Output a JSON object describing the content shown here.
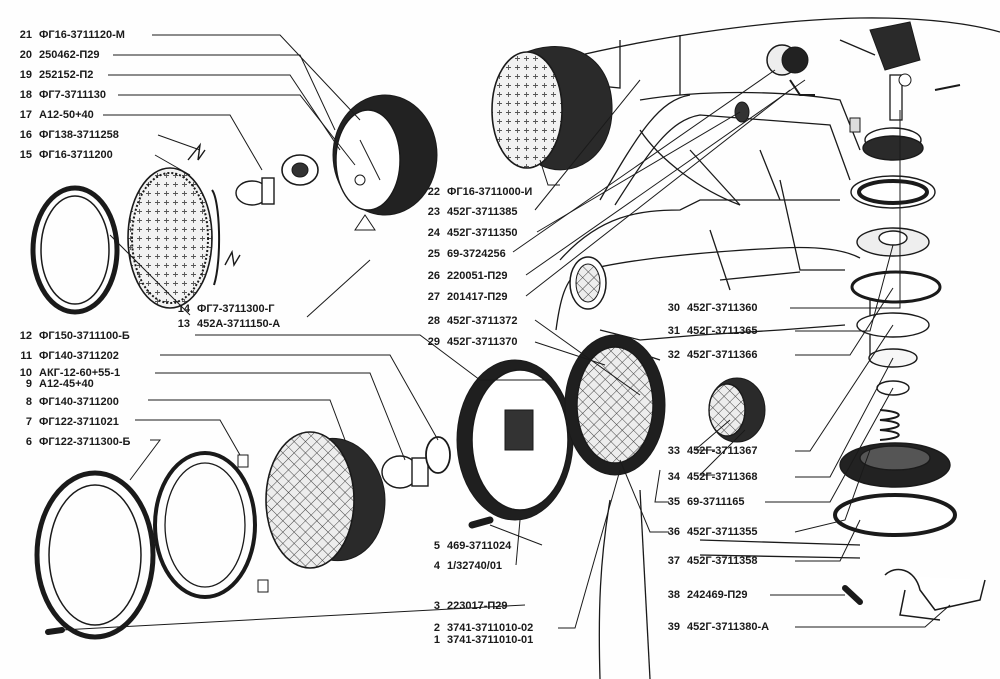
{
  "diagram": {
    "callouts": [
      {
        "num": "21",
        "code": "ФГ16-3711120-М"
      },
      {
        "num": "20",
        "code": "250462-П29"
      },
      {
        "num": "19",
        "code": "252152-П2"
      },
      {
        "num": "18",
        "code": "ФГ7-3711130"
      },
      {
        "num": "17",
        "code": "А12-50+40"
      },
      {
        "num": "16",
        "code": "ФГ138-3711258"
      },
      {
        "num": "15",
        "code": "ФГ16-3711200"
      },
      {
        "num": "14",
        "code": "ФГ7-3711300-Г"
      },
      {
        "num": "13",
        "code": "452А-3711150-А"
      },
      {
        "num": "12",
        "code": "ФГ150-3711100-Б"
      },
      {
        "num": "11",
        "code": "ФГ140-3711202"
      },
      {
        "num": "10",
        "code": "АКГ-12-60+55-1"
      },
      {
        "num": "9",
        "code": "А12-45+40"
      },
      {
        "num": "8",
        "code": "ФГ140-3711200"
      },
      {
        "num": "7",
        "code": "ФГ122-3711021"
      },
      {
        "num": "6",
        "code": "ФГ122-3711300-Б"
      },
      {
        "num": "22",
        "code": "ФГ16-3711000-И"
      },
      {
        "num": "23",
        "code": "452Г-3711385"
      },
      {
        "num": "24",
        "code": "452Г-3711350"
      },
      {
        "num": "25",
        "code": "69-3724256"
      },
      {
        "num": "26",
        "code": "220051-П29"
      },
      {
        "num": "27",
        "code": "201417-П29"
      },
      {
        "num": "28",
        "code": "452Г-3711372"
      },
      {
        "num": "29",
        "code": "452Г-3711370"
      },
      {
        "num": "5",
        "code": "469-3711024"
      },
      {
        "num": "4",
        "code": "1/32740/01"
      },
      {
        "num": "3",
        "code": "223017-П29"
      },
      {
        "num": "2",
        "code": "3741-3711010-02"
      },
      {
        "num": "1",
        "code": "3741-3711010-01"
      },
      {
        "num": "30",
        "code": "452Г-3711360"
      },
      {
        "num": "31",
        "code": "452Г-3711365"
      },
      {
        "num": "32",
        "code": "452Г-3711366"
      },
      {
        "num": "33",
        "code": "452Г-3711367"
      },
      {
        "num": "34",
        "code": "452Г-3711368"
      },
      {
        "num": "35",
        "code": "69-3711165"
      },
      {
        "num": "36",
        "code": "452Г-3711355"
      },
      {
        "num": "37",
        "code": "452Г-3711358"
      },
      {
        "num": "38",
        "code": "242469-П29"
      },
      {
        "num": "39",
        "code": "452Г-3711380-А"
      }
    ]
  },
  "colors": {
    "ink": "#1a1a1a",
    "shade": "#2a2a2a",
    "paper": "#fefefe"
  }
}
